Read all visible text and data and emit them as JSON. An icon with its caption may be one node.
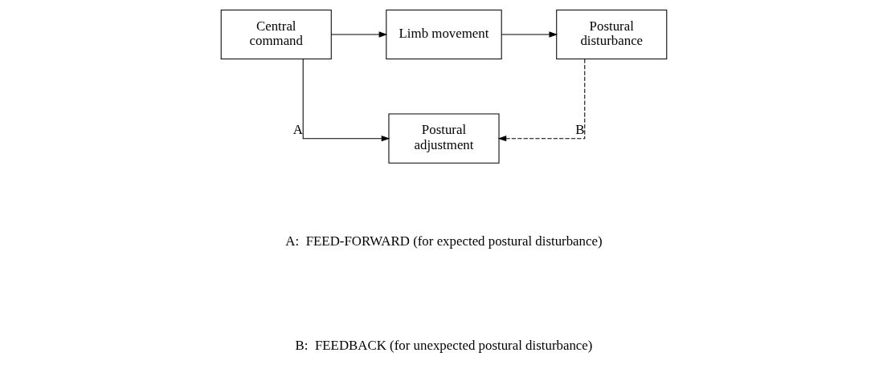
{
  "diagram": {
    "nodes": [
      {
        "text": [
          "Central command"
        ]
      },
      {
        "text": [
          "Limb movement"
        ]
      },
      {
        "text": [
          "Postural disturbance"
        ]
      },
      {
        "text": [
          "Postural adjustment"
        ]
      }
    ],
    "edges": [
      {
        "from": 0,
        "to": 1,
        "arrow": "to"
      },
      {
        "from": 1,
        "to": 2,
        "arrow": "to"
      },
      {
        "from": 0,
        "to": 3,
        "arrow": "to",
        "label": "A"
      },
      {
        "from": 2,
        "to": 3,
        "arrow": "to",
        "label": "B",
        "style": "dashed"
      }
    ],
    "labels": [
      "A:  FEED-FORWARD (for expected postural disturbance)",
      "B:  FEEDBACK (for unexpected postural disturbance)"
    ]
  }
}
